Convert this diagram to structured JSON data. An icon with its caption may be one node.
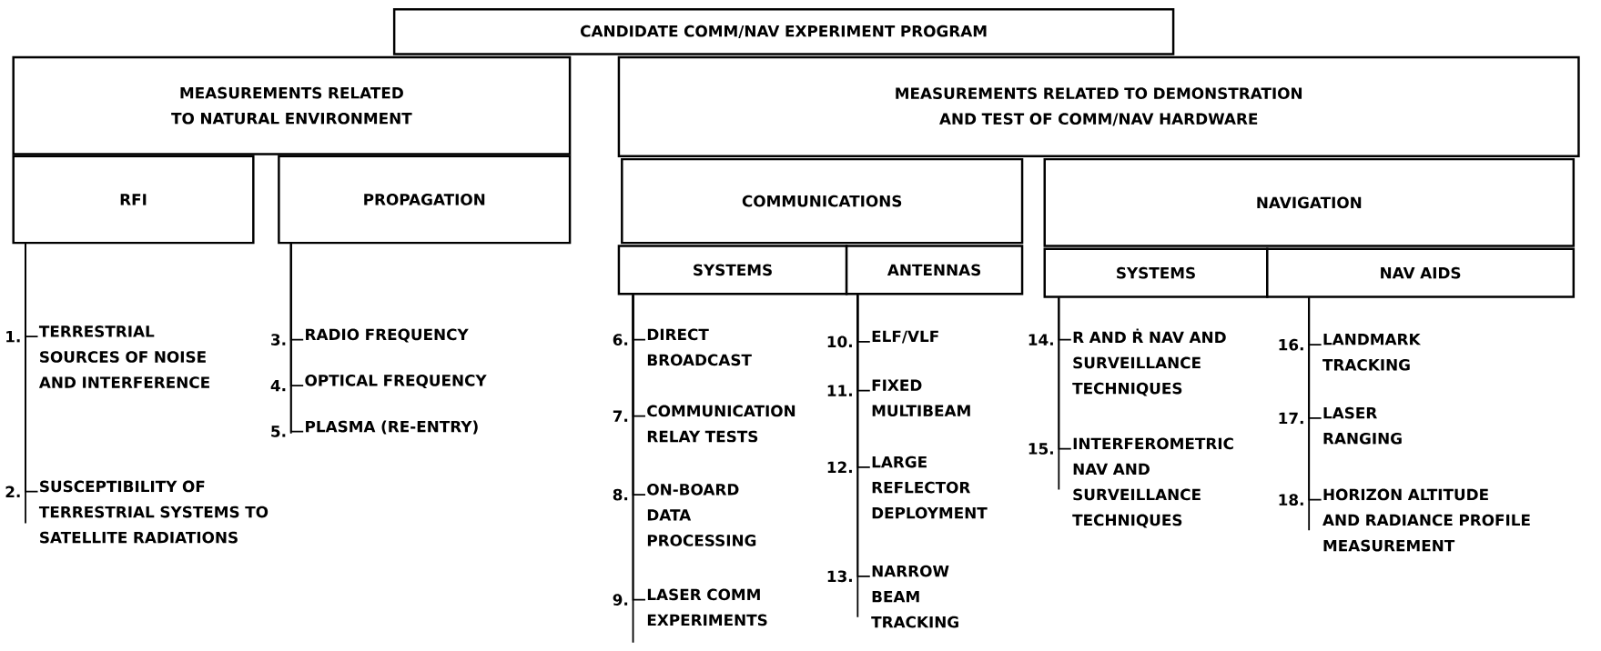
{
  "diagram": {
    "nodes": [
      {
        "text": [
          "CANDIDATE COMM/NAV EXPERIMENT PROGRAM"
        ]
      },
      {
        "text": [
          "MEASUREMENTS RELATED TO NATURAL ENVIRONMENT"
        ]
      },
      {
        "text": [
          "MEASUREMENTS RELATED TO DEMONSTRATION AND TEST OF COMM/NAV HARDWARE"
        ]
      },
      {
        "text": [
          "RFI"
        ]
      },
      {
        "text": [
          "PROPAGATION"
        ]
      },
      {
        "text": [
          "COMMUNICATIONS"
        ]
      },
      {
        "text": [
          "SYSTEMS"
        ]
      },
      {
        "text": [
          "ANTENNAS"
        ]
      },
      {
        "text": [
          "NAVIGATION"
        ]
      },
      {
        "text": [
          "SYSTEMS"
        ]
      },
      {
        "text": [
          "NAV AIDS"
        ]
      },
      {
        "text": [
          "TERRESTRIAL SOURCES OF NOISE AND INTERFERENCE"
        ],
        "beside": [
          "1."
        ]
      },
      {
        "text": [
          "SUSCEPTIBILITY OF TERRESTRIAL SYSTEMS TO SATELLITE RADIATIONS"
        ],
        "beside": [
          "2."
        ]
      },
      {
        "text": [
          "RADIO FREQUENCY"
        ],
        "beside": [
          "3."
        ]
      },
      {
        "text": [
          "OPTICAL FREQUENCY"
        ],
        "beside": [
          "4."
        ]
      },
      {
        "text": [
          "PLASMA (RE-ENTRY)"
        ],
        "beside": [
          "5."
        ]
      },
      {
        "text": [
          "DIRECT BROADCAST"
        ],
        "beside": [
          "6."
        ]
      },
      {
        "text": [
          "COMMUNICATION RELAY TESTS"
        ],
        "beside": [
          "7."
        ]
      },
      {
        "text": [
          "ON-BOARD DATA PROCESSING"
        ],
        "beside": [
          "8."
        ]
      },
      {
        "text": [
          "LASER COMM EXPERIMENTS"
        ],
        "beside": [
          "9."
        ]
      },
      {
        "text": [
          "ELF/VLF"
        ],
        "beside": [
          "10."
        ]
      },
      {
        "text": [
          "FIXED MULTIBEAM"
        ],
        "beside": [
          "11."
        ]
      },
      {
        "text": [
          "LARGE REFLECTOR DEPLOYMENT"
        ],
        "beside": [
          "12."
        ]
      },
      {
        "text": [
          "NARROW BEAM TRACKING"
        ],
        "beside": [
          "13."
        ]
      },
      {
        "text": [
          "R AND Ṙ NAV AND SURVEILLANCE TECHNIQUES"
        ],
        "beside": [
          "14."
        ]
      },
      {
        "text": [
          "INTERFEROMETRIC NAV AND SURVEILLANCE TECHNIQUES"
        ],
        "beside": [
          "15."
        ]
      },
      {
        "text": [
          "LANDMARK TRACKING"
        ],
        "beside": [
          "16."
        ]
      },
      {
        "text": [
          "LASER RANGING"
        ],
        "beside": [
          "17."
        ]
      },
      {
        "text": [
          "HORIZON ALTITUDE AND RADIANCE PROFILE MEASUREMENT"
        ],
        "beside": [
          "18."
        ]
      }
    ],
    "edges": [
      {
        "from": 3,
        "to": 11,
        "arrow": "none"
      },
      {
        "from": 3,
        "to": 12,
        "arrow": "none"
      },
      {
        "from": 4,
        "to": 13,
        "arrow": "none"
      },
      {
        "from": 4,
        "to": 14,
        "arrow": "none"
      },
      {
        "from": 4,
        "to": 15,
        "arrow": "none"
      },
      {
        "from": 6,
        "to": 16,
        "arrow": "none"
      },
      {
        "from": 6,
        "to": 17,
        "arrow": "none"
      },
      {
        "from": 6,
        "to": 18,
        "arrow": "none"
      },
      {
        "from": 6,
        "to": 19,
        "arrow": "none"
      },
      {
        "from": 7,
        "to": 20,
        "arrow": "none"
      },
      {
        "from": 7,
        "to": 21,
        "arrow": "none"
      },
      {
        "from": 7,
        "to": 22,
        "arrow": "none"
      },
      {
        "from": 7,
        "to": 23,
        "arrow": "none"
      },
      {
        "from": 9,
        "to": 24,
        "arrow": "none"
      },
      {
        "from": 9,
        "to": 25,
        "arrow": "none"
      },
      {
        "from": 10,
        "to": 26,
        "arrow": "none"
      },
      {
        "from": 10,
        "to": 27,
        "arrow": "none"
      },
      {
        "from": 10,
        "to": 28,
        "arrow": "none"
      }
    ]
  }
}
